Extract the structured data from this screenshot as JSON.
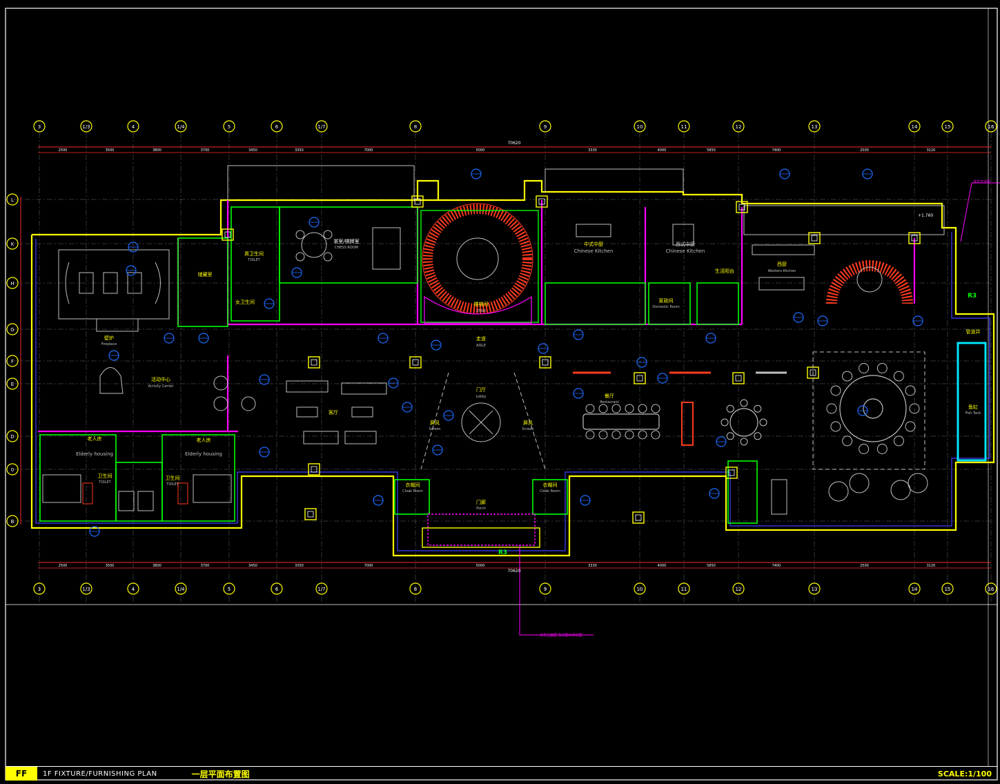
{
  "drawing": {
    "code": "FF",
    "title_en": "1F FIXTURE/FURNISHING PLAN",
    "title_cn": "一层平面布置图",
    "scale": "SCALE:1/100"
  },
  "grid": {
    "columns": [
      "3",
      "1/3",
      "4",
      "1/4",
      "5",
      "6",
      "1/7",
      "8",
      "9",
      "10",
      "11",
      "12",
      "13",
      "14",
      "15",
      "16"
    ],
    "rows": [
      "L",
      "K",
      "H",
      "G",
      "F",
      "E",
      "D",
      "0",
      "B"
    ],
    "top_dims": [
      "2500",
      "3500",
      "3800",
      "3700",
      "3450",
      "3350",
      "7000",
      "5000",
      "3330",
      "4000",
      "5850",
      "7400",
      "2500",
      "3120"
    ],
    "overall_dim": "70620",
    "bottom_overall": "70620"
  },
  "rooms": [
    {
      "cn": "活动中心",
      "en": "Activity Center"
    },
    {
      "cn": "壁炉",
      "en": "Fireplace"
    },
    {
      "cn": "客厅",
      "en": ""
    },
    {
      "cn": "门厅",
      "en": "Lobby"
    },
    {
      "cn": "走道",
      "en": "AISLE"
    },
    {
      "cn": "楼梯间",
      "en": "STAIR"
    },
    {
      "cn": "餐厅",
      "en": "Restaurant"
    },
    {
      "cn": "茶室/棋牌室",
      "en": "CHESS ROOM"
    },
    {
      "cn": "中式中厨",
      "en": "Chinese Kitchen"
    },
    {
      "cn": "西式中厨",
      "en": "Chinese Kitchen"
    },
    {
      "cn": "西厨",
      "en": "Western Kitchen"
    },
    {
      "cn": "老人房",
      "en": "Elderly housing"
    },
    {
      "cn": "老人房",
      "en": "Elderly housing"
    },
    {
      "cn": "卫生间",
      "en": "TOILET"
    },
    {
      "cn": "卫生间",
      "en": "TOILET"
    },
    {
      "cn": "门廊",
      "en": "Porch"
    },
    {
      "cn": "鱼缸",
      "en": "Fish Tank"
    },
    {
      "cn": "屏风",
      "en": "Screen"
    },
    {
      "cn": "屏风",
      "en": "Screen"
    },
    {
      "cn": "储藏室",
      "en": ""
    },
    {
      "cn": "男卫生间",
      "en": "TOILET"
    },
    {
      "cn": "女卫生间",
      "en": ""
    },
    {
      "cn": "生活阳台",
      "en": ""
    },
    {
      "cn": "家政间",
      "en": "Domestic Room"
    },
    {
      "cn": "衣帽间",
      "en": "Cloak Room"
    },
    {
      "cn": "衣帽间",
      "en": "Cloak Room"
    },
    {
      "cn": "管道井",
      "en": ""
    }
  ],
  "markers": [
    "R3",
    "R3"
  ],
  "elevation": "+1.760",
  "notes": [
    "详见节点图",
    "详见立面图 及详图大样详图"
  ],
  "colors": {
    "background": "#000000",
    "wall": "#ffff00",
    "wall2": "#00ff00",
    "furniture": "#c0c0c0",
    "tag": "#1e6bff",
    "grid": "#ff2a2a",
    "stair": "#ff3b1f",
    "accent": "#ff00ff",
    "water": "#00e5ff"
  }
}
